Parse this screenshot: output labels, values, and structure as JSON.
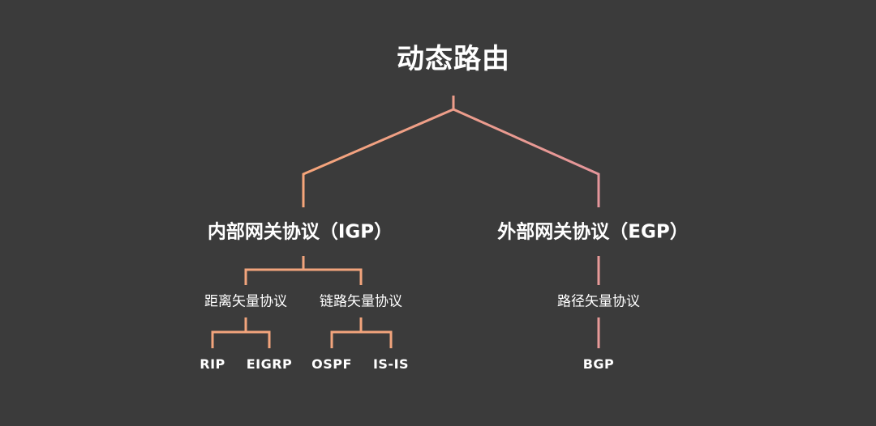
{
  "root": {
    "label": "动态路由"
  },
  "igp": {
    "label": "内部网关协议（IGP）",
    "distance_vector": {
      "label": "距离矢量协议",
      "leaves": [
        "RIP",
        "EIGRP"
      ]
    },
    "link_state": {
      "label": "链路矢量协议",
      "leaves": [
        "OSPF",
        "IS-IS"
      ]
    }
  },
  "egp": {
    "label": "外部网关协议（EGP）",
    "path_vector": {
      "label": "路径矢量协议",
      "leaves": [
        "BGP"
      ]
    }
  },
  "colors": {
    "background": "#3b3b3b",
    "text": "#ffffff",
    "connector_warm": "#f4a37a",
    "connector_pink": "#e89a98"
  }
}
